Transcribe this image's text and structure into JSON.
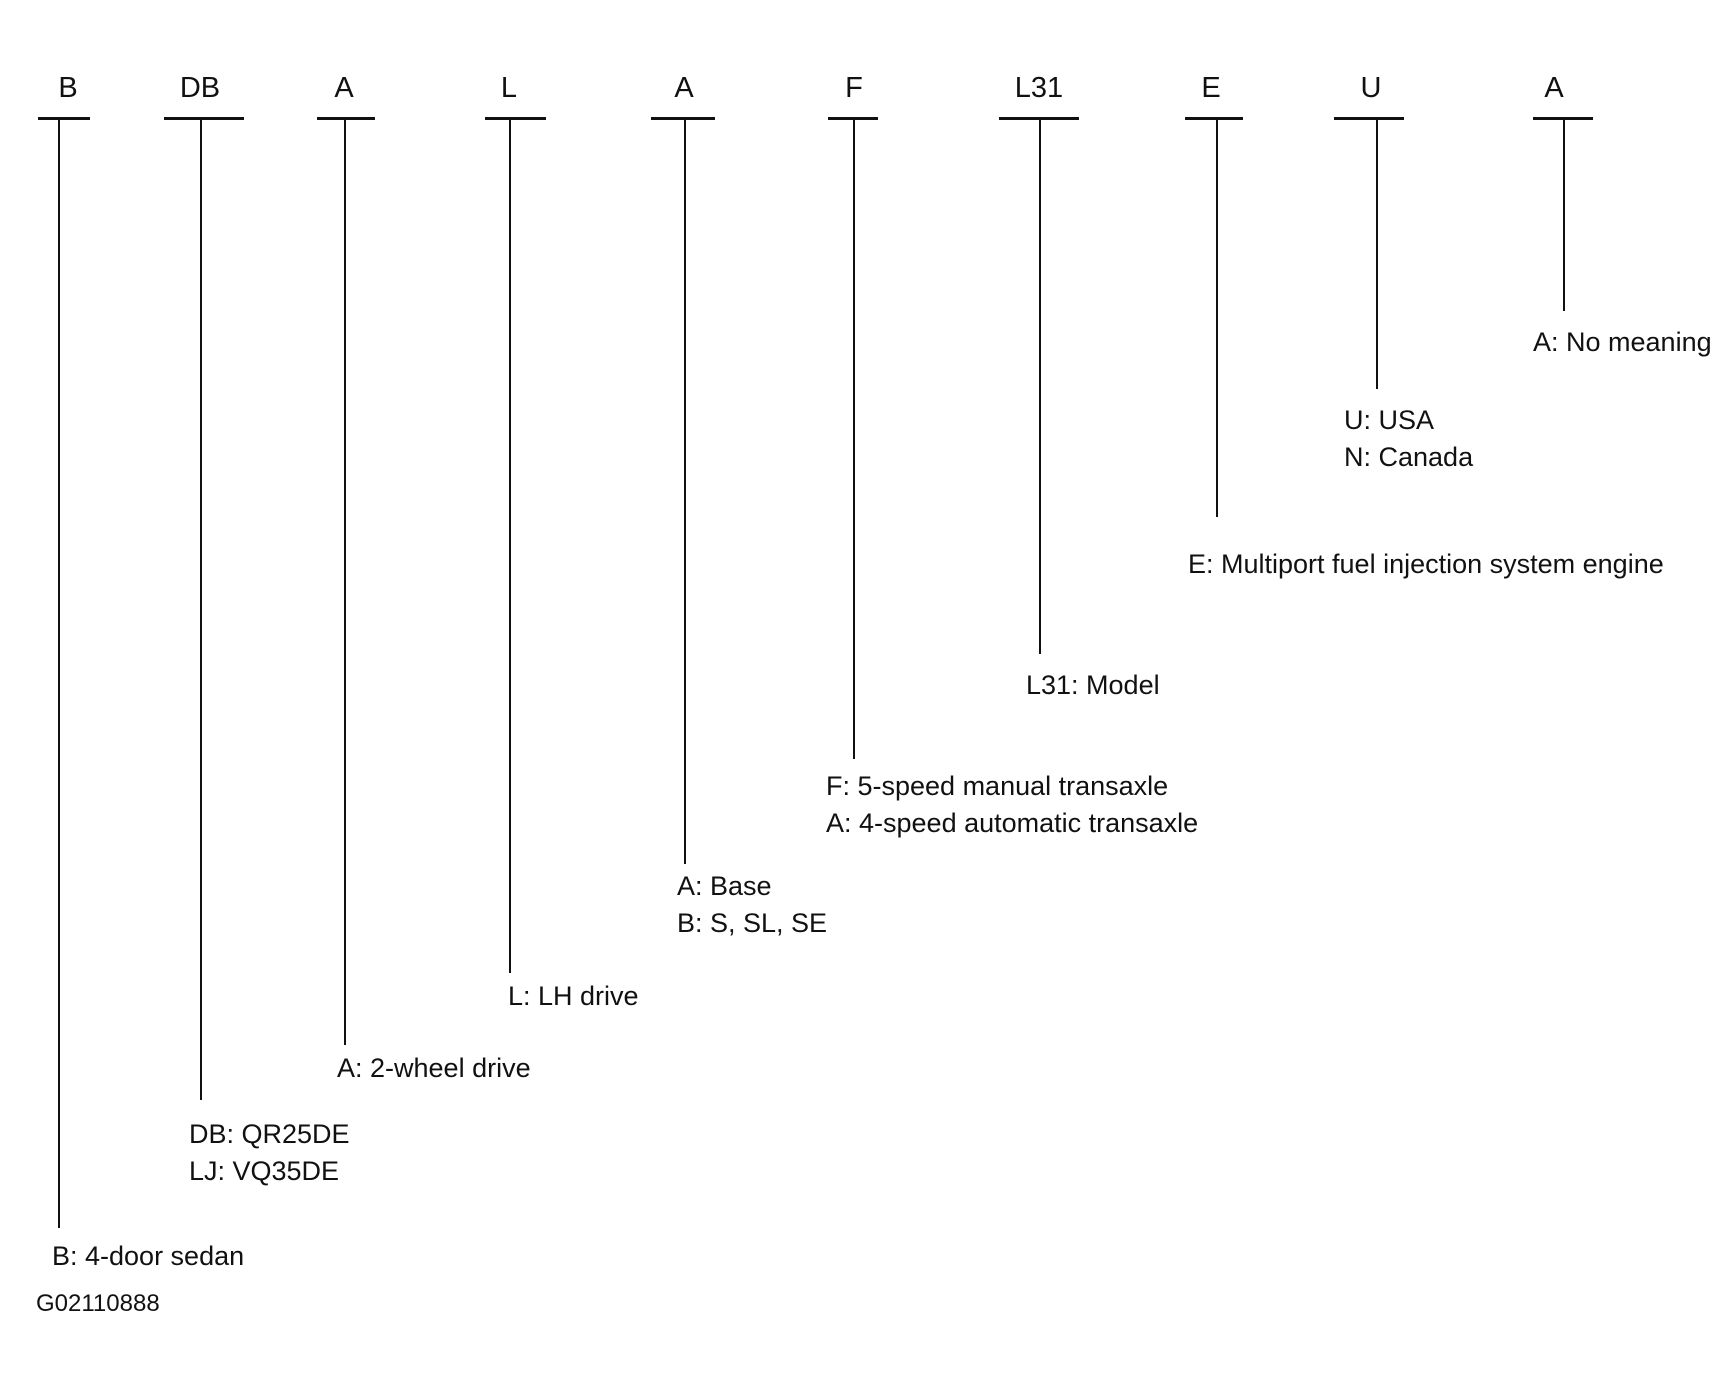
{
  "figure_id": "G02110888",
  "columns": [
    {
      "code": "B",
      "lines": [
        "B: 4-door sedan"
      ]
    },
    {
      "code": "DB",
      "lines": [
        "DB: QR25DE",
        "LJ: VQ35DE"
      ]
    },
    {
      "code": "A",
      "lines": [
        "A: 2-wheel drive"
      ]
    },
    {
      "code": "L",
      "lines": [
        "L: LH drive"
      ]
    },
    {
      "code": "A",
      "lines": [
        "A: Base",
        "B: S, SL, SE"
      ]
    },
    {
      "code": "F",
      "lines": [
        "F: 5-speed manual transaxle",
        "A: 4-speed automatic transaxle"
      ]
    },
    {
      "code": "L31",
      "lines": [
        "L31: Model"
      ]
    },
    {
      "code": "E",
      "lines": [
        "E: Multiport fuel injection system engine"
      ]
    },
    {
      "code": "U",
      "lines": [
        "U: USA",
        "N: Canada"
      ]
    },
    {
      "code": "A",
      "lines": [
        "A: No meaning"
      ]
    }
  ]
}
